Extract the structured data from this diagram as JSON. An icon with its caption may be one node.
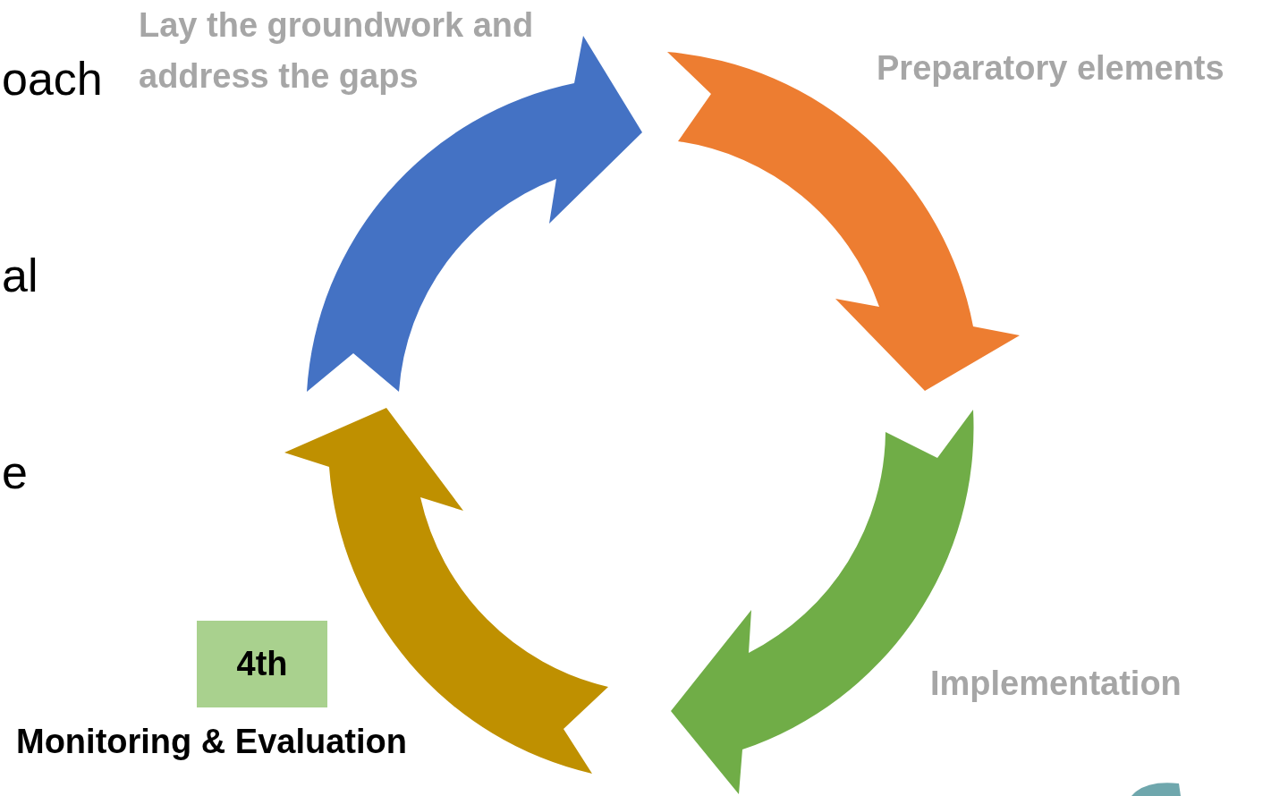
{
  "diagram": {
    "nodes": [
      {
        "text": [
          "4th"
        ],
        "beside": [
          "Monitoring & Evaluation"
        ]
      }
    ],
    "labels": [
      "Lay the groundwork and address the gaps",
      "Preparatory elements",
      "oach",
      "al",
      "e",
      "Implementation"
    ]
  }
}
